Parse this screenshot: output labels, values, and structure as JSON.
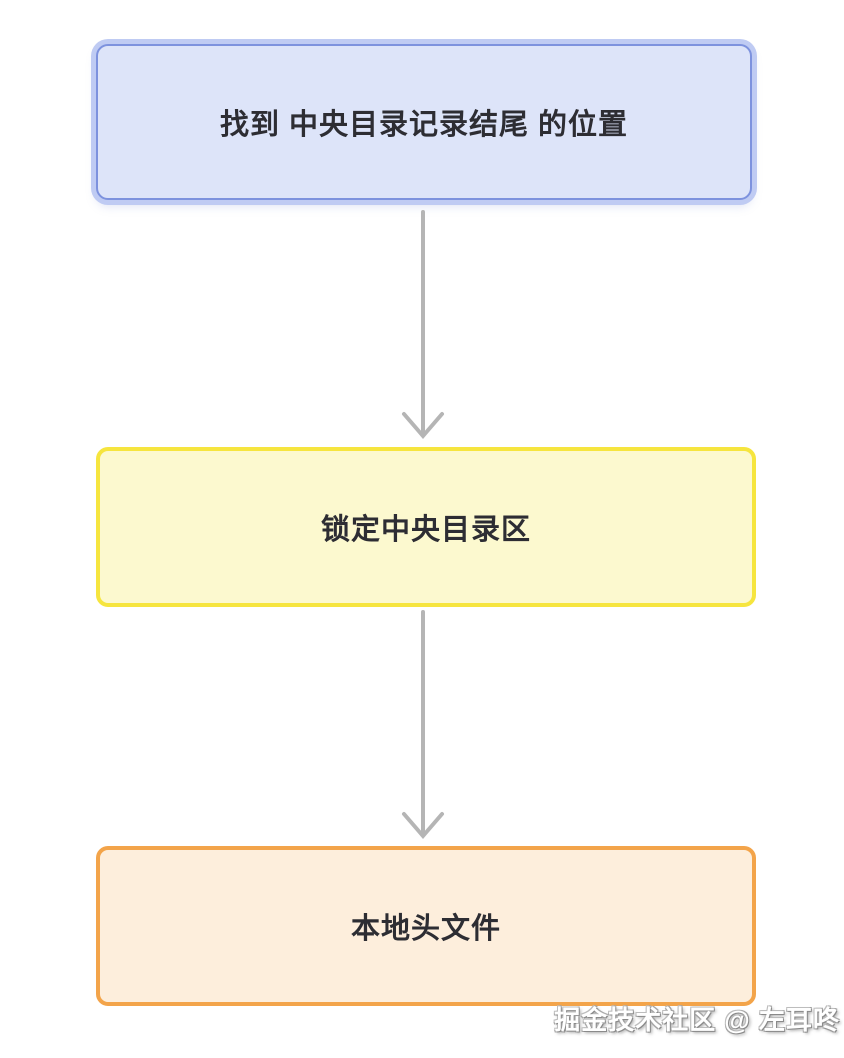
{
  "flowchart": {
    "type": "flowchart",
    "direction": "top-down",
    "nodes": [
      {
        "id": "find-eocd",
        "label": "找到 中央目录记录结尾 的位置",
        "fill_color": "#dde4f9",
        "border_color": "#7d92de",
        "glow_color": "#bfcbf3"
      },
      {
        "id": "lock-central-directory",
        "label": "锁定中央目录区",
        "fill_color": "#fcf9cf",
        "border_color": "#f6e53e"
      },
      {
        "id": "local-file-header",
        "label": "本地头文件",
        "fill_color": "#fdeedc",
        "border_color": "#f3a44a"
      }
    ],
    "edges": [
      {
        "from": "find-eocd",
        "to": "lock-central-directory"
      },
      {
        "from": "lock-central-directory",
        "to": "local-file-header"
      }
    ],
    "arrow_color": "#b5b5b5",
    "text_color": "#2d2d33"
  },
  "watermark": {
    "text": "掘金技术社区 @ 左耳咚"
  }
}
